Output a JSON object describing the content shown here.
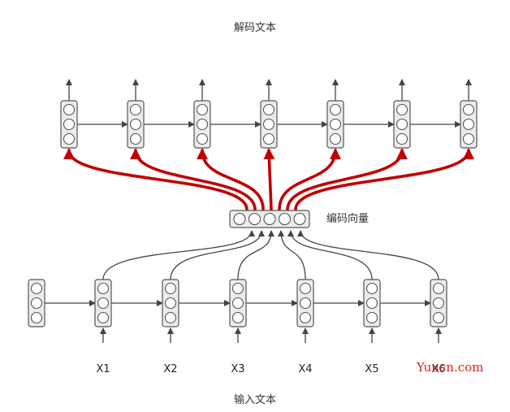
{
  "titles": {
    "decode": "解码文本",
    "encode_vector": "编码向量",
    "input": "输入文本"
  },
  "encoder_inputs": [
    "X1",
    "X2",
    "X3",
    "X4",
    "X5",
    "X6"
  ],
  "decoder_cell_count": 7,
  "encoding_vector_circle_count": 5,
  "watermark": "Yuucn.com",
  "colors": {
    "cell_fill": "#ececec",
    "cell_stroke": "#555555",
    "circle_fill": "#ffffff",
    "arrow_gray": "#444444",
    "arrow_red": "#c00000",
    "watermark": "#e0201a"
  }
}
